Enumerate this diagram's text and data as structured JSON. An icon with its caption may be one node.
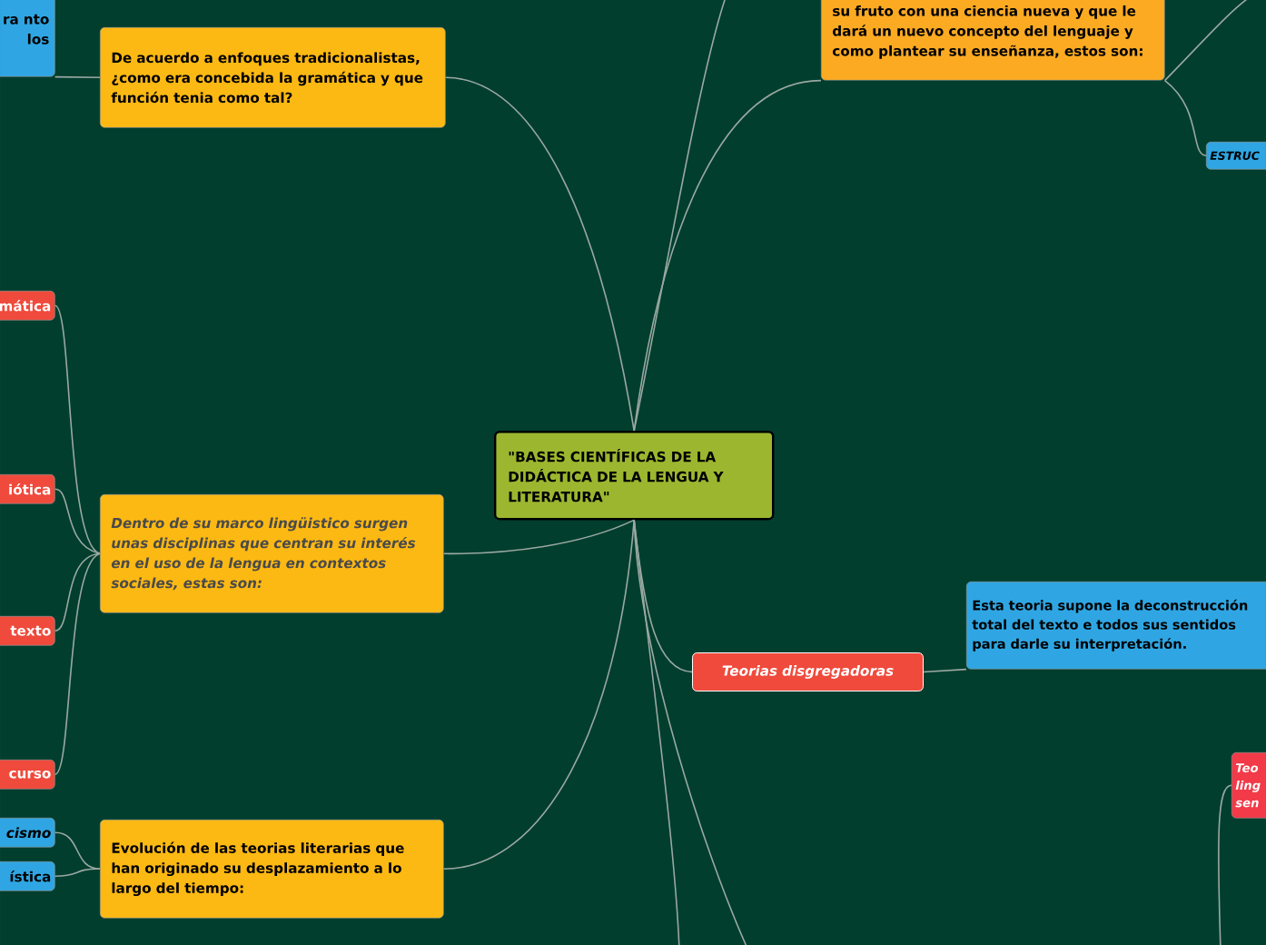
{
  "diagram": {
    "nodes": [
      {
        "text": [
          "\"BASES CIENTÍFICAS DE LA DIDÁCTICA DE LA LENGUA Y LITERATURA\""
        ]
      },
      {
        "text": [
          "ra nto los"
        ]
      },
      {
        "text": [
          "De acuerdo a enfoques tradicionalistas, ¿como era concebida la gramática y que función tenia como tal?"
        ]
      },
      {
        "text": [
          "su fruto con una ciencia nueva y que le dará un nuevo concepto del lenguaje y como plantear su enseñanza, estos son:"
        ]
      },
      {
        "text": [
          "ESTRUC"
        ]
      },
      {
        "text": [
          "mática"
        ]
      },
      {
        "text": [
          "iótica"
        ]
      },
      {
        "text": [
          "texto"
        ]
      },
      {
        "text": [
          "curso"
        ]
      },
      {
        "text": [
          "Dentro de su marco lingüistico surgen unas disciplinas que centran su interés en el uso de la lengua en contextos sociales, estas son:"
        ]
      },
      {
        "text": [
          "cismo"
        ]
      },
      {
        "text": [
          "ística"
        ]
      },
      {
        "text": [
          "Evolución de las teorias literarias que han originado su desplazamiento a lo largo del tiempo:"
        ]
      },
      {
        "text": [
          "Teorias disgregadoras"
        ]
      },
      {
        "text": [
          "Esta teoria supone la deconstrucción total del texto e todos sus sentidos para darle su interpretación."
        ]
      },
      {
        "text": [
          "Teo ling sen"
        ]
      }
    ],
    "edges": [
      {
        "from": 0,
        "to": 2,
        "arrow": "none"
      },
      {
        "from": 0,
        "to": 3,
        "arrow": "none"
      },
      {
        "from": 0,
        "to": 9,
        "arrow": "none"
      },
      {
        "from": 0,
        "to": 12,
        "arrow": "none"
      },
      {
        "from": 0,
        "to": 13,
        "arrow": "none"
      },
      {
        "from": 2,
        "to": 1,
        "arrow": "none"
      },
      {
        "from": 3,
        "to": 4,
        "arrow": "none"
      },
      {
        "from": 3,
        "to": null,
        "arrow": "none"
      },
      {
        "from": 9,
        "to": 5,
        "arrow": "none"
      },
      {
        "from": 9,
        "to": 6,
        "arrow": "none"
      },
      {
        "from": 9,
        "to": 7,
        "arrow": "none"
      },
      {
        "from": 9,
        "to": 8,
        "arrow": "none"
      },
      {
        "from": 12,
        "to": 10,
        "arrow": "none"
      },
      {
        "from": 12,
        "to": 11,
        "arrow": "none"
      },
      {
        "from": 13,
        "to": 14,
        "arrow": "none"
      },
      {
        "from": null,
        "to": 15,
        "arrow": "none"
      },
      {
        "from": 0,
        "to": null,
        "arrow": "none"
      },
      {
        "from": 0,
        "to": null,
        "arrow": "none"
      },
      {
        "from": 0,
        "to": null,
        "arrow": "none"
      }
    ]
  }
}
